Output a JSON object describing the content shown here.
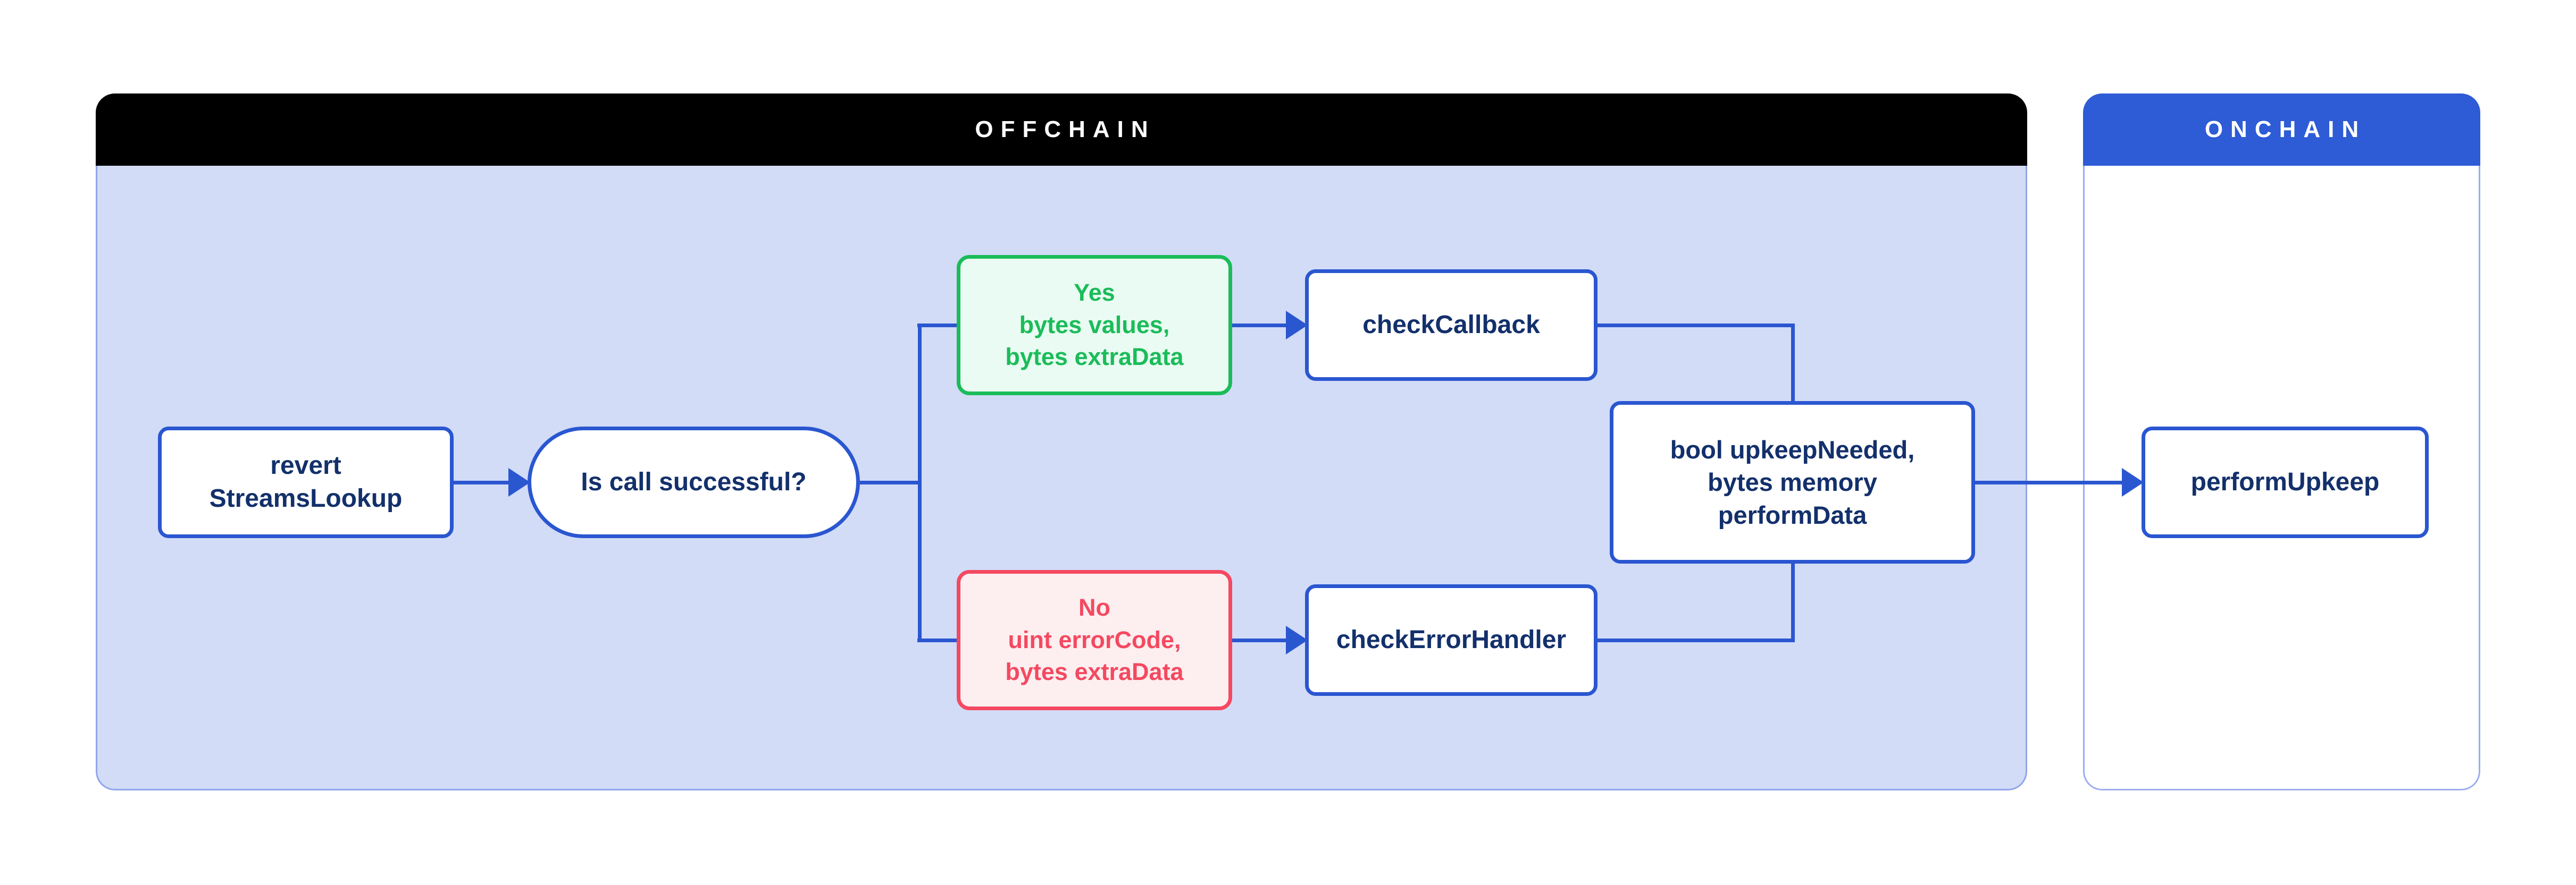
{
  "diagram": {
    "offchain": {
      "title": "OFFCHAIN"
    },
    "onchain": {
      "title": "ONCHAIN"
    },
    "nodes": {
      "revert": {
        "line1": "revert",
        "line2": "StreamsLookup"
      },
      "question": {
        "label": "Is call successful?"
      },
      "yes": {
        "line1": "Yes",
        "line2": "bytes values,",
        "line3": "bytes extraData"
      },
      "no": {
        "line1": "No",
        "line2": "uint errorCode,",
        "line3": "bytes extraData"
      },
      "check_callback": {
        "label": "checkCallback"
      },
      "check_error_handler": {
        "label": "checkErrorHandler"
      },
      "result": {
        "line1": "bool upkeepNeeded,",
        "line2": "bytes memory",
        "line3": "performData"
      },
      "perform_upkeep": {
        "label": "performUpkeep"
      }
    },
    "colors": {
      "accent_blue": "#2a56d0",
      "text_navy": "#13306b",
      "success_green": "#1bbc59",
      "success_fill": "#e9fbf2",
      "error_red": "#f44960",
      "error_fill": "#fdeef0",
      "offchain_header_bg": "#000000",
      "onchain_header_bg": "#2e5bd6",
      "offchain_body_bg": "#d2dcf7",
      "panel_border": "#92a5ec"
    }
  }
}
